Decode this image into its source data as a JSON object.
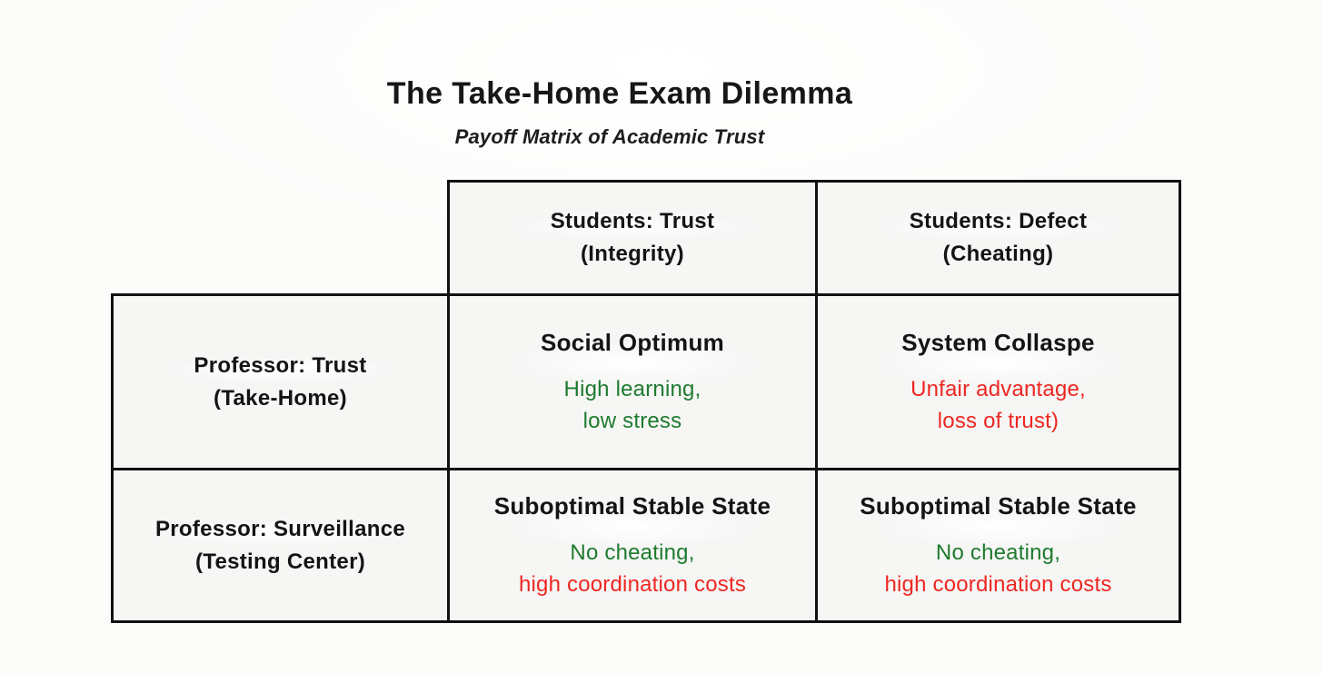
{
  "header": {
    "title": "The Take-Home Exam Dilemma",
    "subtitle": "Payoff Matrix of Academic Trust"
  },
  "matrix": {
    "column_headers": [
      {
        "line1": "Students: Trust",
        "line2": "(Integrity)"
      },
      {
        "line1": "Students: Defect",
        "line2": "(Cheating)"
      }
    ],
    "row_headers": [
      {
        "line1": "Professor: Trust",
        "line2": "(Take-Home)"
      },
      {
        "line1": "Professor: Surveillance",
        "line2": "(Testing Center)"
      }
    ],
    "cells": [
      [
        {
          "title": "Social Optimum",
          "lines": [
            {
              "text": "High learning,",
              "color": "#1e7b2e"
            },
            {
              "text": "low stress",
              "color": "#1e7b2e"
            }
          ]
        },
        {
          "title": "System Collaspe",
          "lines": [
            {
              "text": "Unfair advantage,",
              "color": "#ee2722"
            },
            {
              "text": "loss of trust)",
              "color": "#ee2722"
            }
          ]
        }
      ],
      [
        {
          "title": "Suboptimal Stable State",
          "lines": [
            {
              "text": "No cheating,",
              "color": "#1e7b2e"
            },
            {
              "text": "high coordination costs",
              "color": "#ee2722"
            }
          ]
        },
        {
          "title": "Suboptimal Stable State",
          "lines": [
            {
              "text": "No cheating,",
              "color": "#1e7b2e"
            },
            {
              "text": "high coordination costs",
              "color": "#ee2722"
            }
          ]
        }
      ]
    ]
  },
  "colors": {
    "positive_green": "#1e7b2e",
    "negative_red": "#ee2722",
    "border_black": "#111111",
    "cell_background": "#f6f6f5",
    "page_background": "#fbfbfa",
    "heading_text": "#171717"
  }
}
